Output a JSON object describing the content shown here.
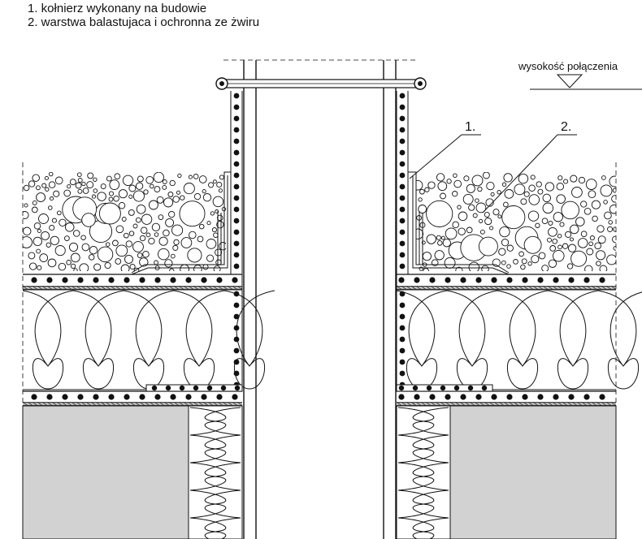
{
  "legend": [
    "1. kołnierz wykonany na budowie",
    "2. warstwa balastujaca i ochronna ze żwiru"
  ],
  "callouts": {
    "height_note": "wysokość połączenia",
    "marker_1": "1.",
    "marker_2": "2."
  },
  "colors": {
    "line": "#111111",
    "concrete": "#d2d2d2",
    "membrane_dots": "#111111"
  }
}
